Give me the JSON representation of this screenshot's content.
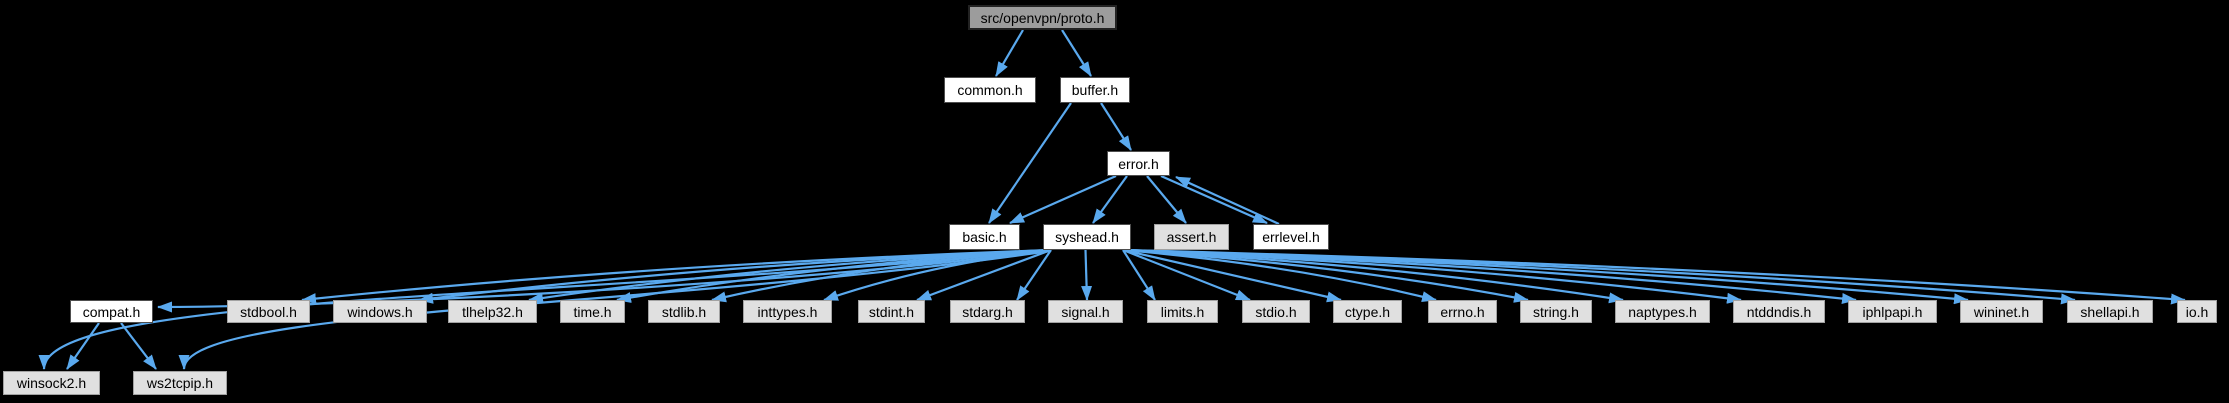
{
  "diagram": {
    "type": "include-dependency-graph",
    "colors": {
      "background": "#000000",
      "edge": "#5aa9ee",
      "node_fill": "#ffffff",
      "node_border": "#4e4e4e",
      "system_fill": "#e0e0e0",
      "system_border": "#a2a2a2",
      "main_fill": "#9c9c9c",
      "main_border": "#222222",
      "text": "#000000"
    },
    "nodes": [
      {
        "id": "proto",
        "label": "src/openvpn/proto.h",
        "kind": "main"
      },
      {
        "id": "common",
        "label": "common.h",
        "kind": "internal"
      },
      {
        "id": "buffer",
        "label": "buffer.h",
        "kind": "internal"
      },
      {
        "id": "error",
        "label": "error.h",
        "kind": "internal"
      },
      {
        "id": "basic",
        "label": "basic.h",
        "kind": "internal"
      },
      {
        "id": "syshead",
        "label": "syshead.h",
        "kind": "internal"
      },
      {
        "id": "assert",
        "label": "assert.h",
        "kind": "system"
      },
      {
        "id": "errlevel",
        "label": "errlevel.h",
        "kind": "internal"
      },
      {
        "id": "compat",
        "label": "compat.h",
        "kind": "internal"
      },
      {
        "id": "stdbool",
        "label": "stdbool.h",
        "kind": "system"
      },
      {
        "id": "windows",
        "label": "windows.h",
        "kind": "system"
      },
      {
        "id": "tlhelp32",
        "label": "tlhelp32.h",
        "kind": "system"
      },
      {
        "id": "time",
        "label": "time.h",
        "kind": "system"
      },
      {
        "id": "stdlib",
        "label": "stdlib.h",
        "kind": "system"
      },
      {
        "id": "inttypes",
        "label": "inttypes.h",
        "kind": "system"
      },
      {
        "id": "stdint",
        "label": "stdint.h",
        "kind": "system"
      },
      {
        "id": "stdarg",
        "label": "stdarg.h",
        "kind": "system"
      },
      {
        "id": "signal",
        "label": "signal.h",
        "kind": "system"
      },
      {
        "id": "limits",
        "label": "limits.h",
        "kind": "system"
      },
      {
        "id": "stdio",
        "label": "stdio.h",
        "kind": "system"
      },
      {
        "id": "ctype",
        "label": "ctype.h",
        "kind": "system"
      },
      {
        "id": "errno",
        "label": "errno.h",
        "kind": "system"
      },
      {
        "id": "string",
        "label": "string.h",
        "kind": "system"
      },
      {
        "id": "naptypes",
        "label": "naptypes.h",
        "kind": "system"
      },
      {
        "id": "ntddndis",
        "label": "ntddndis.h",
        "kind": "system"
      },
      {
        "id": "iphlpapi",
        "label": "iphlpapi.h",
        "kind": "system"
      },
      {
        "id": "wininet",
        "label": "wininet.h",
        "kind": "system"
      },
      {
        "id": "shellapi",
        "label": "shellapi.h",
        "kind": "system"
      },
      {
        "id": "io",
        "label": "io.h",
        "kind": "system"
      },
      {
        "id": "winsock2",
        "label": "winsock2.h",
        "kind": "system"
      },
      {
        "id": "ws2tcpip",
        "label": "ws2tcpip.h",
        "kind": "system"
      }
    ],
    "edges": [
      {
        "from": "proto",
        "to": "common"
      },
      {
        "from": "proto",
        "to": "buffer"
      },
      {
        "from": "buffer",
        "to": "basic"
      },
      {
        "from": "buffer",
        "to": "error"
      },
      {
        "from": "error",
        "to": "basic"
      },
      {
        "from": "error",
        "to": "syshead"
      },
      {
        "from": "error",
        "to": "assert"
      },
      {
        "from": "error",
        "to": "errlevel"
      },
      {
        "from": "errlevel",
        "to": "error"
      },
      {
        "from": "syshead",
        "to": "compat"
      },
      {
        "from": "syshead",
        "to": "stdbool"
      },
      {
        "from": "syshead",
        "to": "windows"
      },
      {
        "from": "syshead",
        "to": "tlhelp32"
      },
      {
        "from": "syshead",
        "to": "time"
      },
      {
        "from": "syshead",
        "to": "stdlib"
      },
      {
        "from": "syshead",
        "to": "inttypes"
      },
      {
        "from": "syshead",
        "to": "stdint"
      },
      {
        "from": "syshead",
        "to": "stdarg"
      },
      {
        "from": "syshead",
        "to": "signal"
      },
      {
        "from": "syshead",
        "to": "limits"
      },
      {
        "from": "syshead",
        "to": "stdio"
      },
      {
        "from": "syshead",
        "to": "ctype"
      },
      {
        "from": "syshead",
        "to": "errno"
      },
      {
        "from": "syshead",
        "to": "string"
      },
      {
        "from": "syshead",
        "to": "naptypes"
      },
      {
        "from": "syshead",
        "to": "ntddndis"
      },
      {
        "from": "syshead",
        "to": "iphlpapi"
      },
      {
        "from": "syshead",
        "to": "wininet"
      },
      {
        "from": "syshead",
        "to": "shellapi"
      },
      {
        "from": "syshead",
        "to": "io"
      },
      {
        "from": "syshead",
        "to": "winsock2"
      },
      {
        "from": "syshead",
        "to": "ws2tcpip"
      },
      {
        "from": "compat",
        "to": "winsock2"
      },
      {
        "from": "compat",
        "to": "ws2tcpip"
      }
    ]
  }
}
